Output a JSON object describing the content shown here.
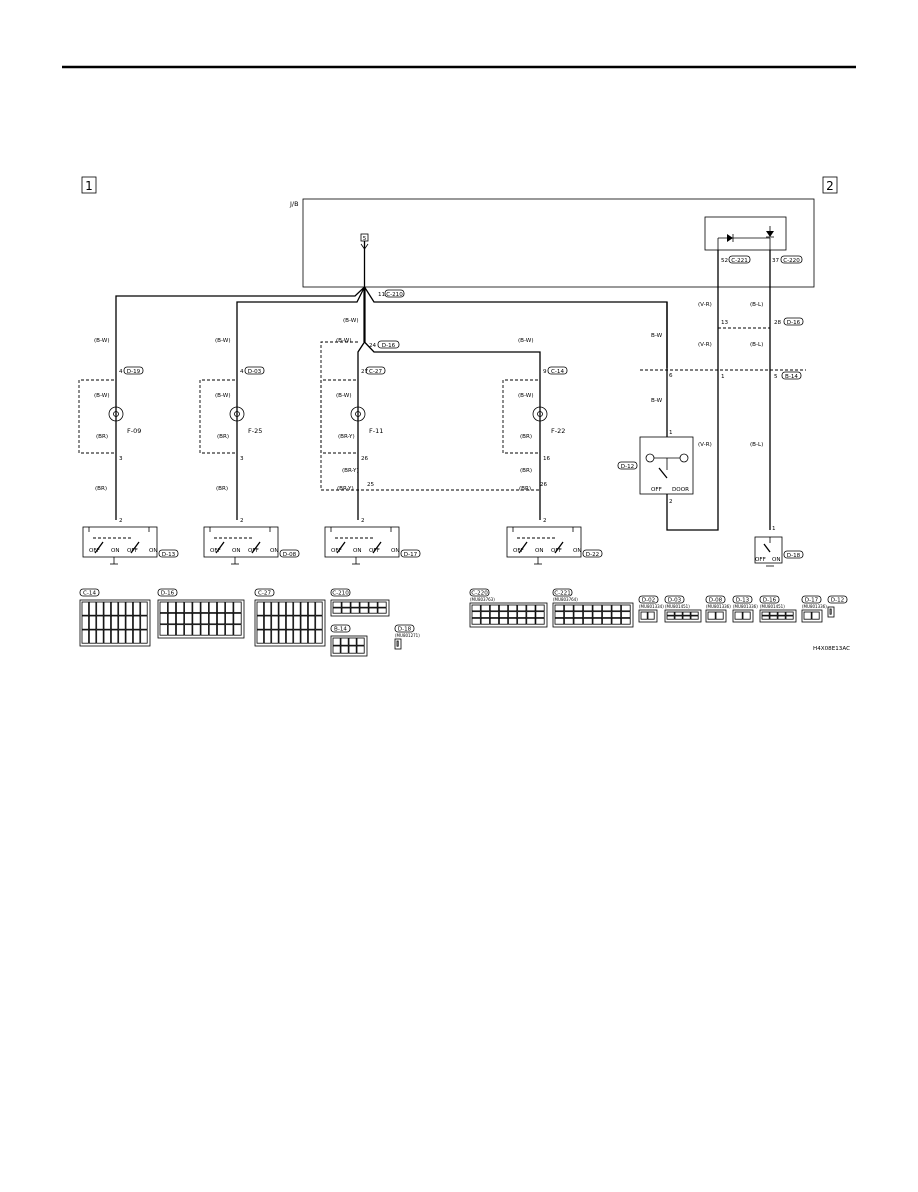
{
  "diagram": {
    "markers": [
      "1",
      "2"
    ],
    "jb_label": "J/B",
    "diagram_code": "H4X08E13AC",
    "fuse_number": "5",
    "splice": {
      "pin": "11",
      "connector": "C-210"
    },
    "lamps": [
      {
        "name": "F-09",
        "in_pin": "4",
        "in_conn": "D-19",
        "in_wire_top": "(B-W)",
        "in_wire": "(B-W)",
        "out_wire": "(BR)",
        "out_pin": "3",
        "sw_wire": "(BR)",
        "sw_pin": "2",
        "switch_conn": "D-13",
        "sw_off1": "OFF",
        "sw_on1": "ON",
        "sw_off2": "OFF",
        "sw_on2": "ON"
      },
      {
        "name": "F-25",
        "in_pin": "4",
        "in_conn": "D-03",
        "in_wire_top": "(B-W)",
        "in_wire": "(B-W)",
        "out_wire": "(BR)",
        "out_pin": "3",
        "sw_wire": "(BR)",
        "sw_pin": "2",
        "switch_conn": "D-08",
        "sw_off1": "OFF",
        "sw_on1": "ON",
        "sw_off2": "OFF",
        "sw_on2": "ON"
      },
      {
        "name": "F-11",
        "in_pin": "27",
        "in_conn": "C-27",
        "in_wire_top": "(B-W)",
        "in_wire": "(B-W)",
        "out_wire": "(BR-Y)",
        "out_pin": "26",
        "sw_wire": "(BR-Y)",
        "sw_pin": "2",
        "switch_conn": "D-17",
        "sw_off1": "OFF",
        "sw_on1": "ON",
        "sw_off2": "OFF",
        "sw_on2": "ON"
      },
      {
        "name": "F-22",
        "in_pin": "9",
        "in_conn": "C-14",
        "in_wire_top": "(B-W)",
        "in_wire": "(B-W)",
        "out_wire": "(BR)",
        "out_pin": "16",
        "sw_wire": "(BR)",
        "sw_pin": "2",
        "switch_conn": "D-22",
        "sw_off1": "OFF",
        "sw_on1": "ON",
        "sw_off2": "OFF",
        "sw_on2": "ON"
      }
    ],
    "junction_24": {
      "pin": "24",
      "conn": "D-16",
      "wire": "(B-W)"
    },
    "f11_extra": {
      "wire_mid": "(BR-Y)",
      "pin": "25"
    },
    "f22_extra": {
      "wire_mid": "(BR)",
      "pin": "26"
    },
    "door": {
      "feed_wire": "B-W",
      "feed_pin": "6",
      "feed_wire2": "B-W",
      "pin_top": "1",
      "pin_bot": "2",
      "conn": "D-12",
      "off": "OFF",
      "door": "DOOR"
    },
    "right_col": {
      "vr_pin": "52",
      "vr_conn": "C-221",
      "bl_pin": "37",
      "bl_conn": "C-220",
      "vr_wire": "(V-R)",
      "bl_wire": "(B-L)",
      "pin13": "13",
      "pin28": "28",
      "conn28": "D-16",
      "pin1": "1",
      "pin5": "5",
      "conn5": "B-14",
      "vr_wire_low": "(V-R)",
      "bl_wire_low": "(B-L)",
      "sw_pin": "1",
      "sw_off": "OFF",
      "sw_on": "ON",
      "sw_conn": "D-18"
    },
    "left_connectors": [
      {
        "id": "C-14"
      },
      {
        "id": "D-16"
      },
      {
        "id": "C-27"
      },
      {
        "id": "C-210"
      },
      {
        "id": "B-14"
      },
      {
        "id": "D-18",
        "part": "(MU801271)"
      }
    ],
    "right_connectors": [
      {
        "id": "C-220",
        "part": "(MU803763)"
      },
      {
        "id": "C-221",
        "part": "(MU803764)"
      },
      {
        "id": "D-02",
        "part": "(MU801334)"
      },
      {
        "id": "D-03",
        "part": "(MU801451)"
      },
      {
        "id": "D-08",
        "part": "(MU801336)"
      },
      {
        "id": "D-13",
        "part": "(MU801336)"
      },
      {
        "id": "D-16",
        "part": "(MU801451)"
      },
      {
        "id": "D-17",
        "part": "(MU801336)"
      },
      {
        "id": "D-12"
      }
    ]
  }
}
